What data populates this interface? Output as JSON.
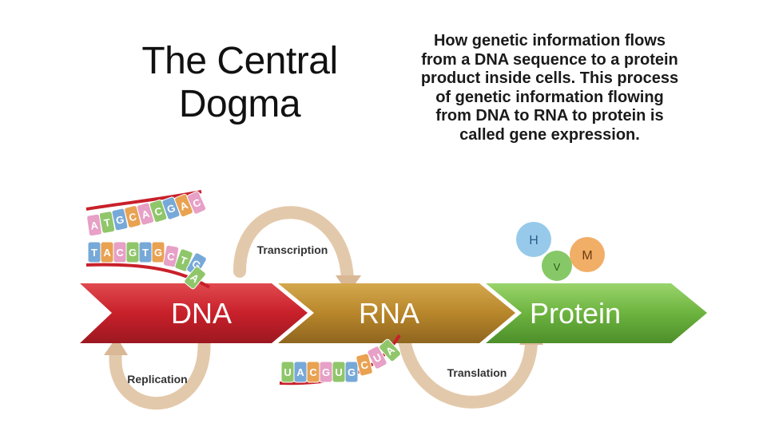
{
  "slide": {
    "title_line1": "The Central",
    "title_line2": "Dogma",
    "description": [
      "How genetic information flows",
      "from a DNA sequence to a protein",
      "product inside cells. This process",
      "of genetic information flowing",
      "from DNA to RNA to protein is",
      "called gene expression."
    ]
  },
  "diagram": {
    "stages": [
      "DNA",
      "RNA",
      "Protein"
    ],
    "processes": {
      "transcription": "Transcription",
      "replication": "Replication",
      "translation": "Translation"
    },
    "dna_top_bases": [
      "A",
      "T",
      "G",
      "C",
      "A",
      "C",
      "G",
      "A",
      "C"
    ],
    "dna_bottom_bases": [
      "T",
      "A",
      "C",
      "G",
      "T",
      "G",
      "C",
      "T",
      "G"
    ],
    "dna_tail_bases": [
      "A"
    ],
    "rna_bases": [
      "U",
      "A",
      "C",
      "G",
      "U",
      "G",
      "C",
      "U",
      "A"
    ],
    "amino_acids": [
      "H",
      "V",
      "M"
    ],
    "colors": {
      "dna_arrow": "#c8202a",
      "rna_arrow": "#b8862a",
      "protein_arrow": "#6cb33f",
      "loop_arrow": "#d9b896",
      "base_pink": "#e7a0c6",
      "base_green": "#8fc66a",
      "base_blue": "#77a9d8",
      "base_orange": "#e9a251",
      "aa_h": "#8ec6e8",
      "aa_v": "#7cc35a",
      "aa_m": "#f0a75a"
    }
  }
}
